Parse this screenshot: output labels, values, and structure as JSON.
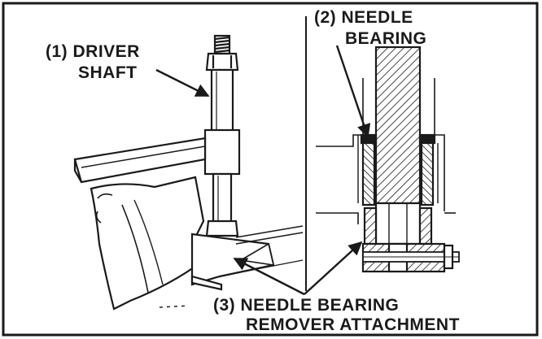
{
  "labels": {
    "driver_shaft": {
      "line1": "(1) DRIVER",
      "line2": "SHAFT"
    },
    "needle_bearing": {
      "line1": "(2) NEEDLE",
      "line2": "BEARING"
    },
    "remover_attachment": {
      "line1": "(3) NEEDLE BEARING",
      "line2": "REMOVER ATTACHMENT"
    }
  },
  "colors": {
    "ink": "#1a1a1a",
    "paper": "#ffffff"
  }
}
